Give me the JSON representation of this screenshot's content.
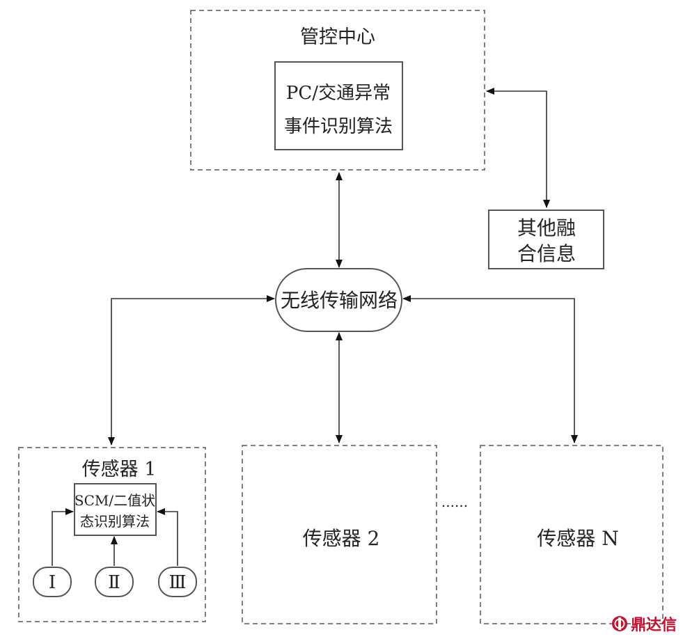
{
  "control_center": {
    "title": "管控中心",
    "algorithm_line1": "PC/交通异常",
    "algorithm_line2": "事件识别算法"
  },
  "fusion_info": {
    "line1": "其他融",
    "line2": "合信息"
  },
  "network": {
    "label": "无线传输网络"
  },
  "sensor1": {
    "title": "传感器 1",
    "algorithm_line1": "SCM/二值状",
    "algorithm_line2": "态识别算法",
    "inputs": [
      "Ⅰ",
      "Ⅱ",
      "Ⅲ"
    ]
  },
  "sensor2": {
    "title": "传感器 2"
  },
  "sensorN": {
    "title": "传感器 N"
  },
  "ellipsis": "......",
  "watermark": {
    "text": "鼎达信",
    "icon": "ddx-logo-icon",
    "color": "#c8102e"
  }
}
